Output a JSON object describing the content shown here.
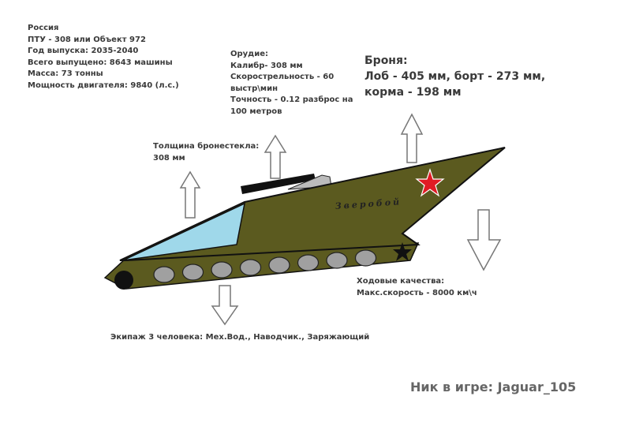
{
  "specs": {
    "lines": [
      "Россия",
      "ПТУ - 308 или Объект 972",
      "Год выпуска: 2035-2040",
      "Всего выпущено: 8643 машины",
      "Масса: 73 тонны",
      "Мощность двигателя: 9840 (л.с.)"
    ]
  },
  "gun": {
    "lines": [
      "Орудие:",
      "Калибр- 308 мм",
      "Скорострельность - 60",
      "выстр\\мин",
      "Точность - 0.12 разброс на",
      "100 метров"
    ]
  },
  "armor": {
    "lines": [
      "Броня:",
      "Лоб - 405 мм, борт - 273 мм,",
      "корма - 198 мм"
    ]
  },
  "glass": {
    "lines": [
      "Толщина бронестекла:",
      "308 мм"
    ]
  },
  "mobility": {
    "lines": [
      "Ходовые качества:",
      "Макс.скорость - 8000 км\\ч"
    ]
  },
  "crew": "Экипаж 3 человека: Мех.Вод., Наводчик., Заряжающий",
  "tank_name": "Зверобой",
  "nickname": "Ник в игре: Jaguar_105",
  "colors": {
    "hull": "#5b5a1f",
    "glass": "#9fd8ea",
    "wheel": "#a0a0a0",
    "star": "#e01b24"
  }
}
